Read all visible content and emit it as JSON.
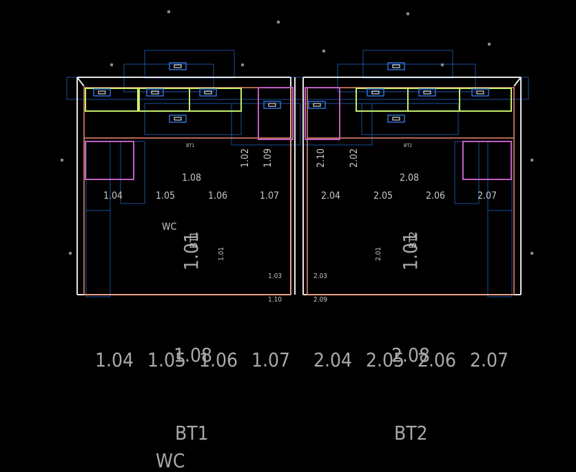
{
  "colors": {
    "background": "#000000",
    "walls": "#e8e8e8",
    "blue": "#1b4f9c",
    "salmon": "#f08a6a",
    "lime": "#c8ee6a",
    "magenta": "#c060c0"
  },
  "unit1": {
    "name": "BT1",
    "wc": "WC",
    "rooms": [
      "1.04",
      "1.05",
      "1.06",
      "1.07"
    ],
    "center": "1.08",
    "small_labels": [
      "1.03",
      "1.10",
      "1.02",
      "1.09",
      "1.01"
    ],
    "rotated_big": "1.01",
    "rotated_name": "BT1"
  },
  "unit2": {
    "name": "BT2",
    "rooms": [
      "2.04",
      "2.05",
      "2.06",
      "2.07"
    ],
    "center": "2.08",
    "small_labels": [
      "2.03",
      "2.09",
      "2.02",
      "2.10",
      "2.01"
    ],
    "rotated_big": "1.01",
    "rotated_name": "BT2"
  },
  "legend_big": {
    "labels": [
      "1.04",
      "1.05",
      "1.08",
      "1.06",
      "1.07",
      "2.04",
      "2.05",
      "2.08",
      "2.06",
      "2.07"
    ],
    "bt1": "BT1",
    "bt2": "BT2",
    "wc": "WC"
  }
}
